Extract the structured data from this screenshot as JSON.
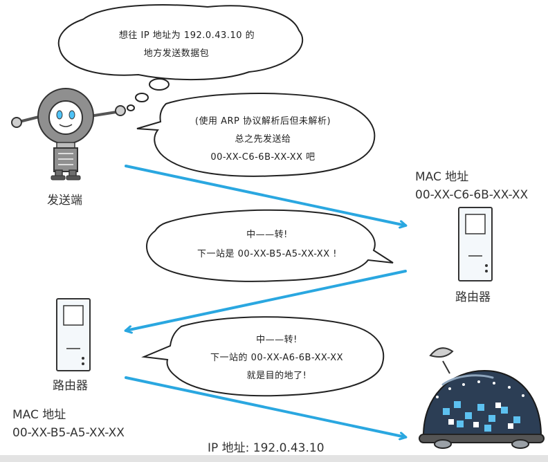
{
  "bubbles": {
    "sender_thought": {
      "line1": "想往 IP 地址为 192.0.43.10 的",
      "line2": "地方发送数据包"
    },
    "sender_speech": {
      "line1": "(使用 ARP 协议解析后但未解析)",
      "line2": "总之先发送给",
      "line3": "00-XX-C6-6B-XX-XX 吧"
    },
    "router1_speech": {
      "line1": "中——转!",
      "line2": "下一站是 00-XX-B5-A5-XX-XX !"
    },
    "router2_speech": {
      "line1": "中——转!",
      "line2": "下一站的 00-XX-A6-6B-XX-XX",
      "line3": "就是目的地了!"
    }
  },
  "labels": {
    "sender": "发送端",
    "router_right": "路由器",
    "router_left": "路由器",
    "mac_right_title": "MAC 地址",
    "mac_right_value": "00-XX-C6-6B-XX-XX",
    "mac_left_title": "MAC 地址",
    "mac_left_value": "00-XX-B5-A5-XX-XX",
    "dest_ip": "IP 地址:  192.0.43.10"
  },
  "colors": {
    "arrow": "#2aa7e0",
    "robot_body": "#8f8f8f",
    "robot_eye": "#4fc3f7",
    "dest_body": "#2c3e55",
    "dest_pixels": "#5dc1f0"
  },
  "icons": {
    "sender": "robot-icon",
    "router": "server-tower-icon",
    "destination": "dome-robot-icon"
  }
}
